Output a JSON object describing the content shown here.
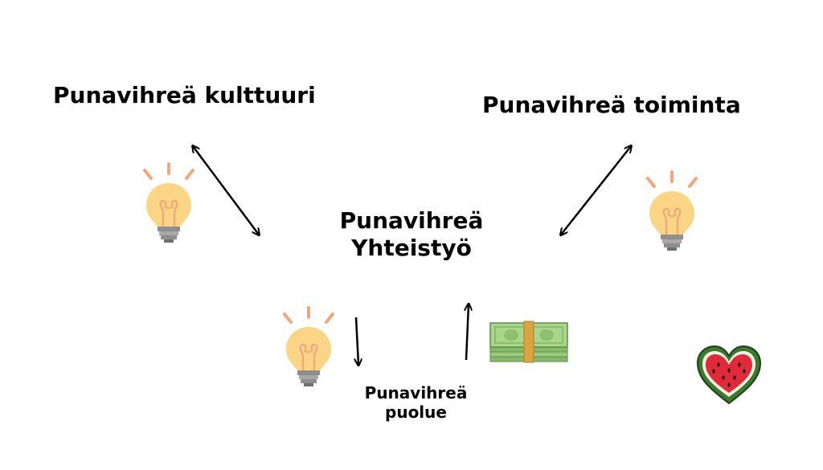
{
  "nodes": {
    "culture": "Punavihreä kulttuuri",
    "action": "Punavihreä toiminta",
    "center_line1": "Punavihreä",
    "center_line2": "Yhteistyö",
    "party_line1": "Punavihreä",
    "party_line2": "puolue"
  },
  "icons": {
    "idea": "lightbulb-icon",
    "money": "money-stack-icon",
    "heart": "watermelon-heart-icon"
  },
  "colors": {
    "bulb": "#F9D585",
    "bulb_rays": "#F0A77C",
    "bulb_base": "#8E8E8E",
    "money_green": "#9BCB7C",
    "money_band": "#D9A441",
    "melon_red": "#E02A3A",
    "melon_green": "#3A7A2E"
  }
}
